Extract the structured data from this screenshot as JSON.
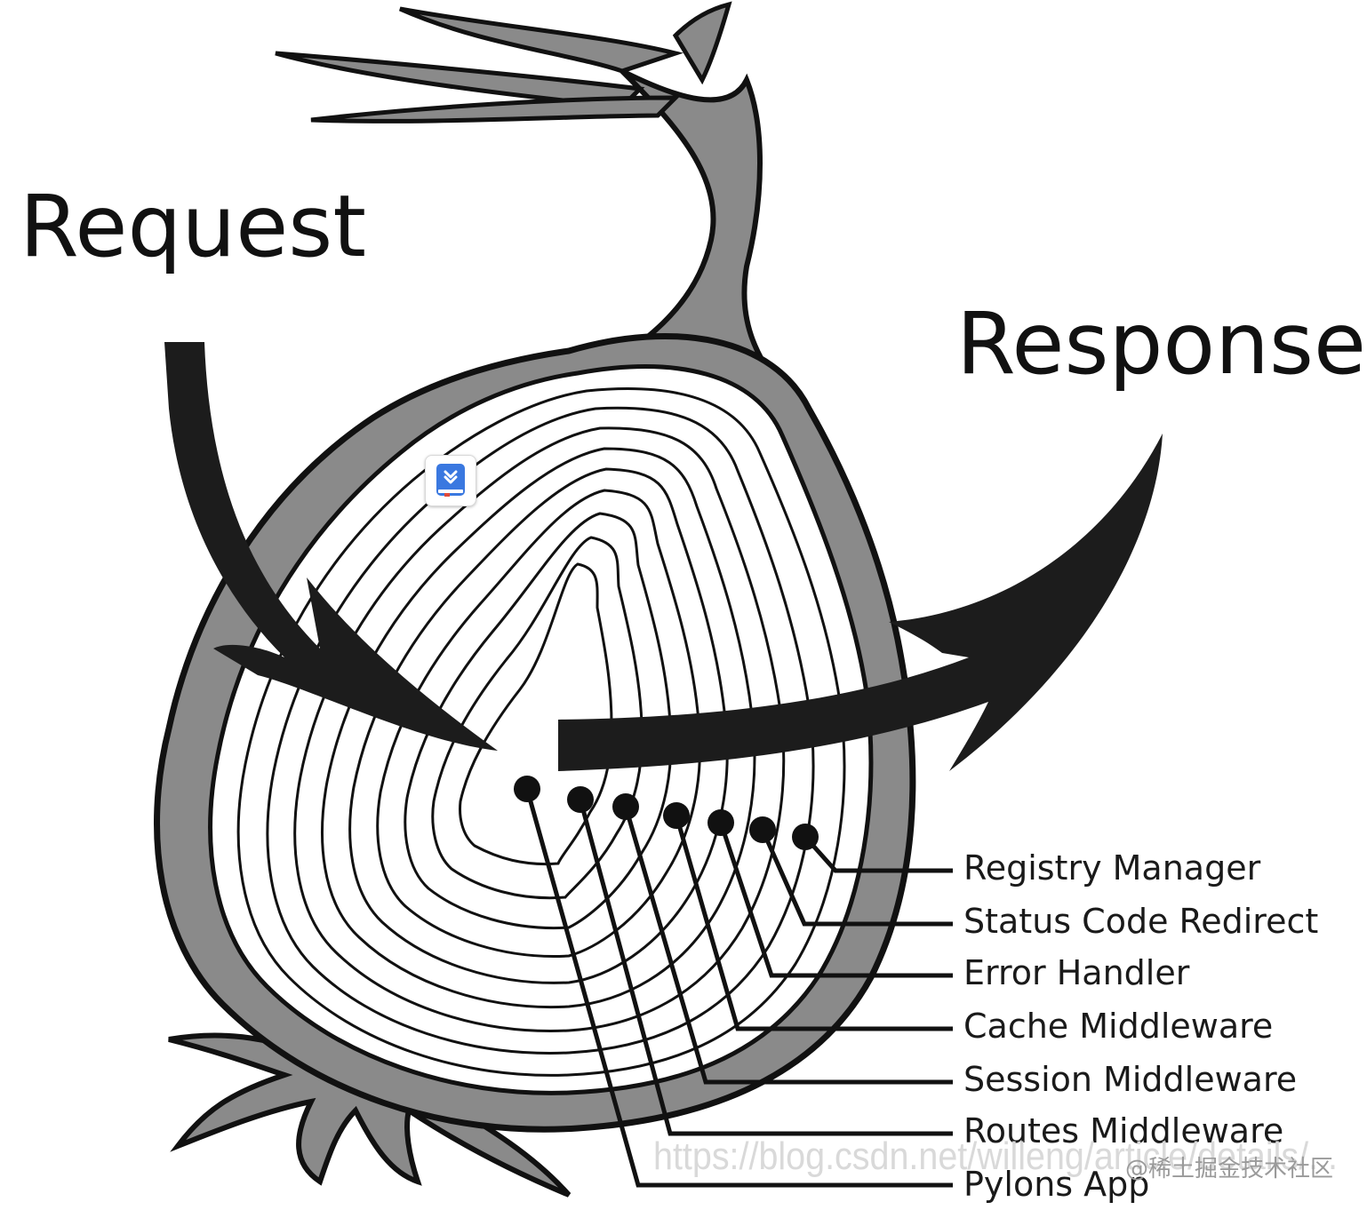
{
  "labels": {
    "request": "Request",
    "response": "Response"
  },
  "layers": [
    "Registry Manager",
    "Status Code Redirect",
    "Error Handler",
    "Cache Middleware",
    "Session Middleware",
    "Routes Middleware",
    "Pylons App"
  ],
  "watermark": {
    "url": "https://blog.csdn.net/willeng/article/details/...",
    "site": "@稀土掘金技术社区"
  },
  "colors": {
    "outline": "#111111",
    "skin": "#8a8a8a",
    "arrow": "#1c1c1c",
    "extension_icon": "#3a78e0"
  },
  "icons": {
    "extension": "download-book-icon"
  }
}
